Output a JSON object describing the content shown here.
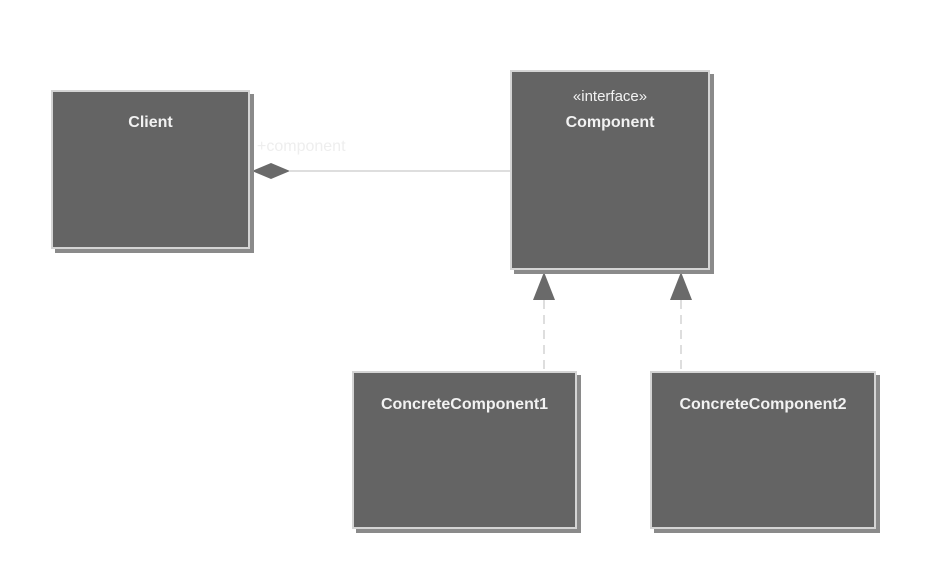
{
  "classes": {
    "client": {
      "name": "Client"
    },
    "component": {
      "stereotype": "«interface»",
      "name": "Component"
    },
    "concrete1": {
      "name": "ConcreteComponent1"
    },
    "concrete2": {
      "name": "ConcreteComponent2"
    }
  },
  "relations": {
    "composition": {
      "role": "+component"
    }
  },
  "colors": {
    "class_fill": "#646464",
    "class_text": "#f2f2f2",
    "line": "#d4d4d4",
    "arrowhead": "#6a6a6a"
  }
}
